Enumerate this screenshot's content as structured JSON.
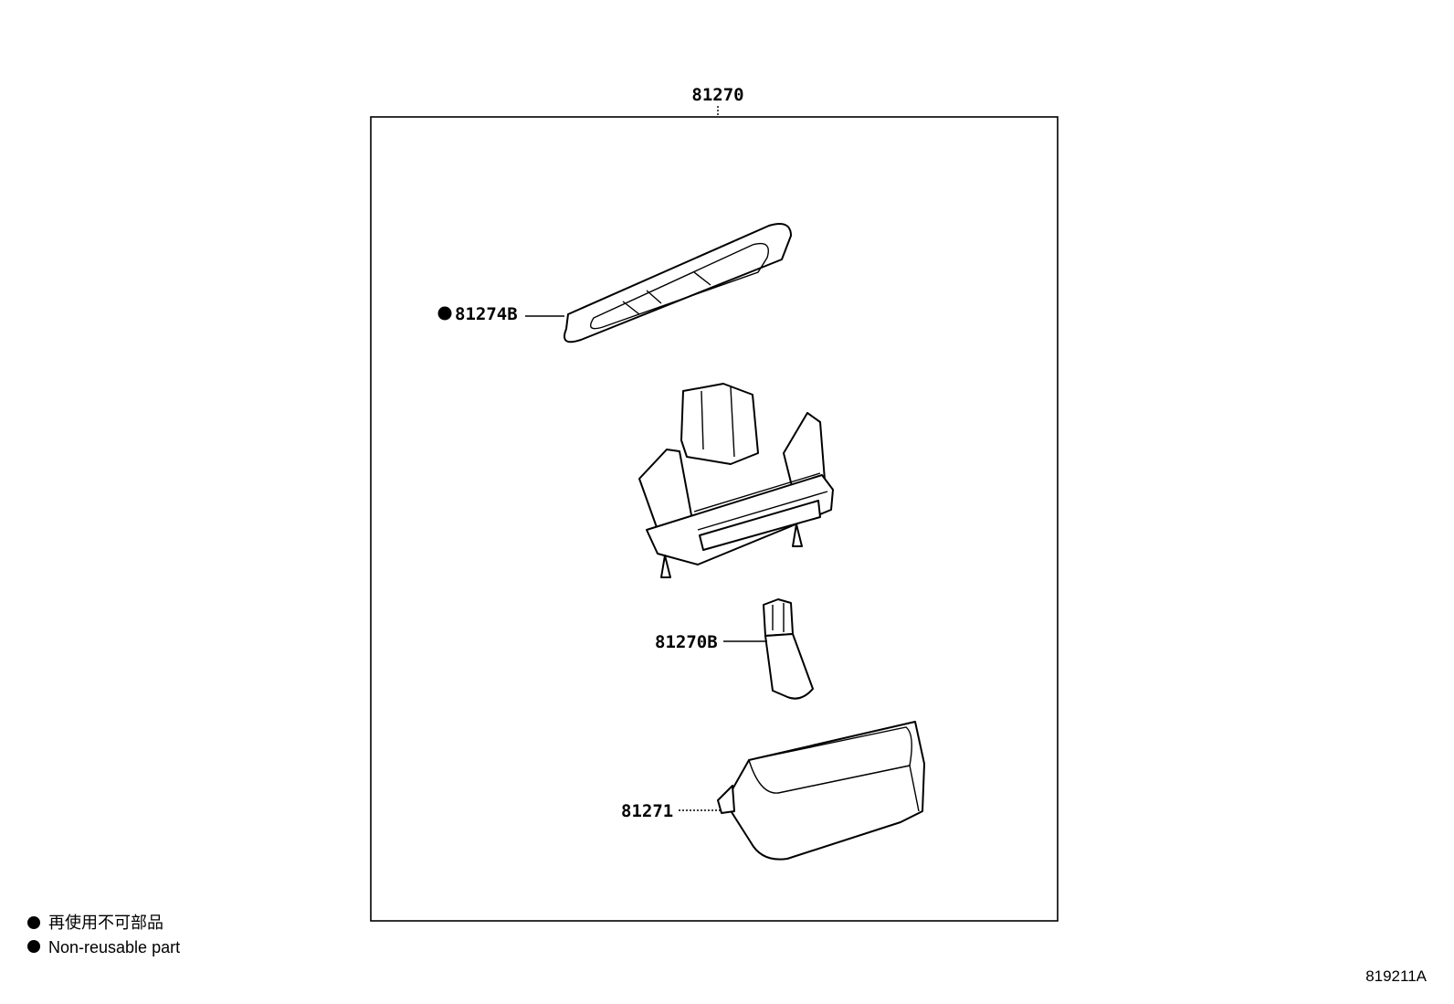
{
  "assembly": {
    "part_number": "81270"
  },
  "parts": [
    {
      "part_number": "81274B",
      "non_reusable": true
    },
    {
      "part_number": "81270B",
      "non_reusable": false
    },
    {
      "part_number": "81271",
      "non_reusable": false
    }
  ],
  "legend": {
    "japanese": "再使用不可部品",
    "english": "Non-reusable part"
  },
  "reference_code": "819211A",
  "colors": {
    "line": "#000000",
    "background": "#ffffff"
  },
  "icons": {
    "non_reusable_marker": "filled-circle"
  }
}
